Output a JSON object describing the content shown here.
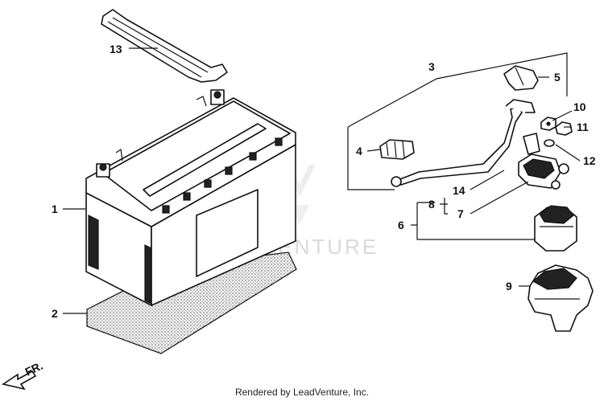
{
  "callouts": {
    "c1": "1",
    "c2": "2",
    "c3": "3",
    "c4": "4",
    "c5": "5",
    "c6": "6",
    "c7": "7",
    "c8": "8",
    "c9": "9",
    "c10": "10",
    "c11": "11",
    "c12": "12",
    "c13": "13",
    "c14": "14"
  },
  "direction_marker": "FR.",
  "watermark": "LEADVENTURE",
  "footer": "Rendered by LeadVenture, Inc."
}
